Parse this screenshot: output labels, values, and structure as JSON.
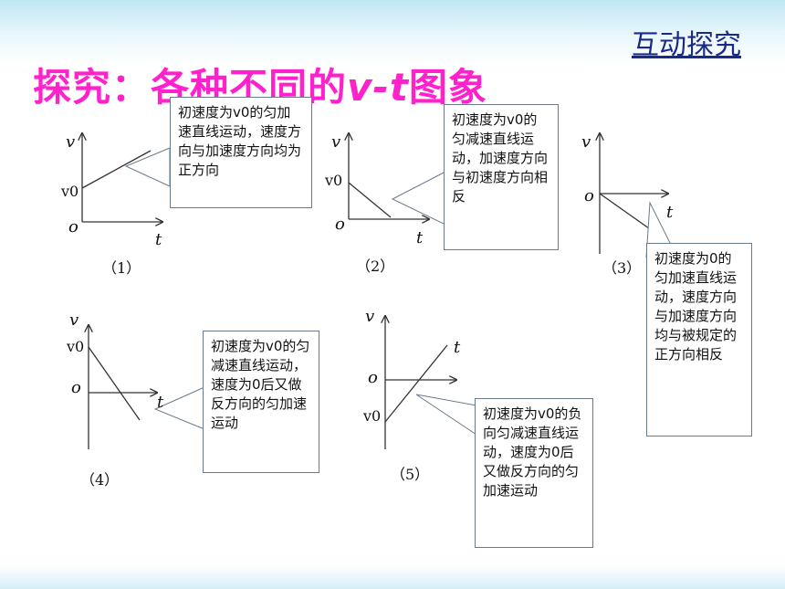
{
  "header": {
    "link_label": "互动探究"
  },
  "title": {
    "part1": "探究：各种不同的",
    "part2": "v-t",
    "part3": "图象"
  },
  "graphs": [
    {
      "caption": "（1）",
      "y_label": "v",
      "x_label": "t",
      "origin_label": "o",
      "y0_label": "v0",
      "note": "初速度为v0的匀加速直线运动，速度方向与加速度方向均为正方向"
    },
    {
      "caption": "（2）",
      "y_label": "v",
      "x_label": "t",
      "origin_label": "o",
      "y0_label": "v0",
      "note": "初速度为v0的匀减速直线运动，加速度方向与初速度方向相反"
    },
    {
      "caption": "（3）",
      "y_label": "v",
      "x_label": "t",
      "origin_label": "o",
      "note": "初速度为0的匀加速直线运动，速度方向与加速度方向均与被规定的正方向相反"
    },
    {
      "caption": "（4）",
      "y_label": "v",
      "x_label": "t",
      "origin_label": "o",
      "y0_label": "v0",
      "note": "初速度为v0的匀减速直线运动，速度为0后又做反方向的匀加速运动"
    },
    {
      "caption": "（5）",
      "y_label": "v",
      "x_label": "t",
      "origin_label": "o",
      "y0_label": "v0",
      "note": "初速度为v0的负向匀减速直线运动，速度为0后又做反方向的匀加速运动"
    }
  ]
}
